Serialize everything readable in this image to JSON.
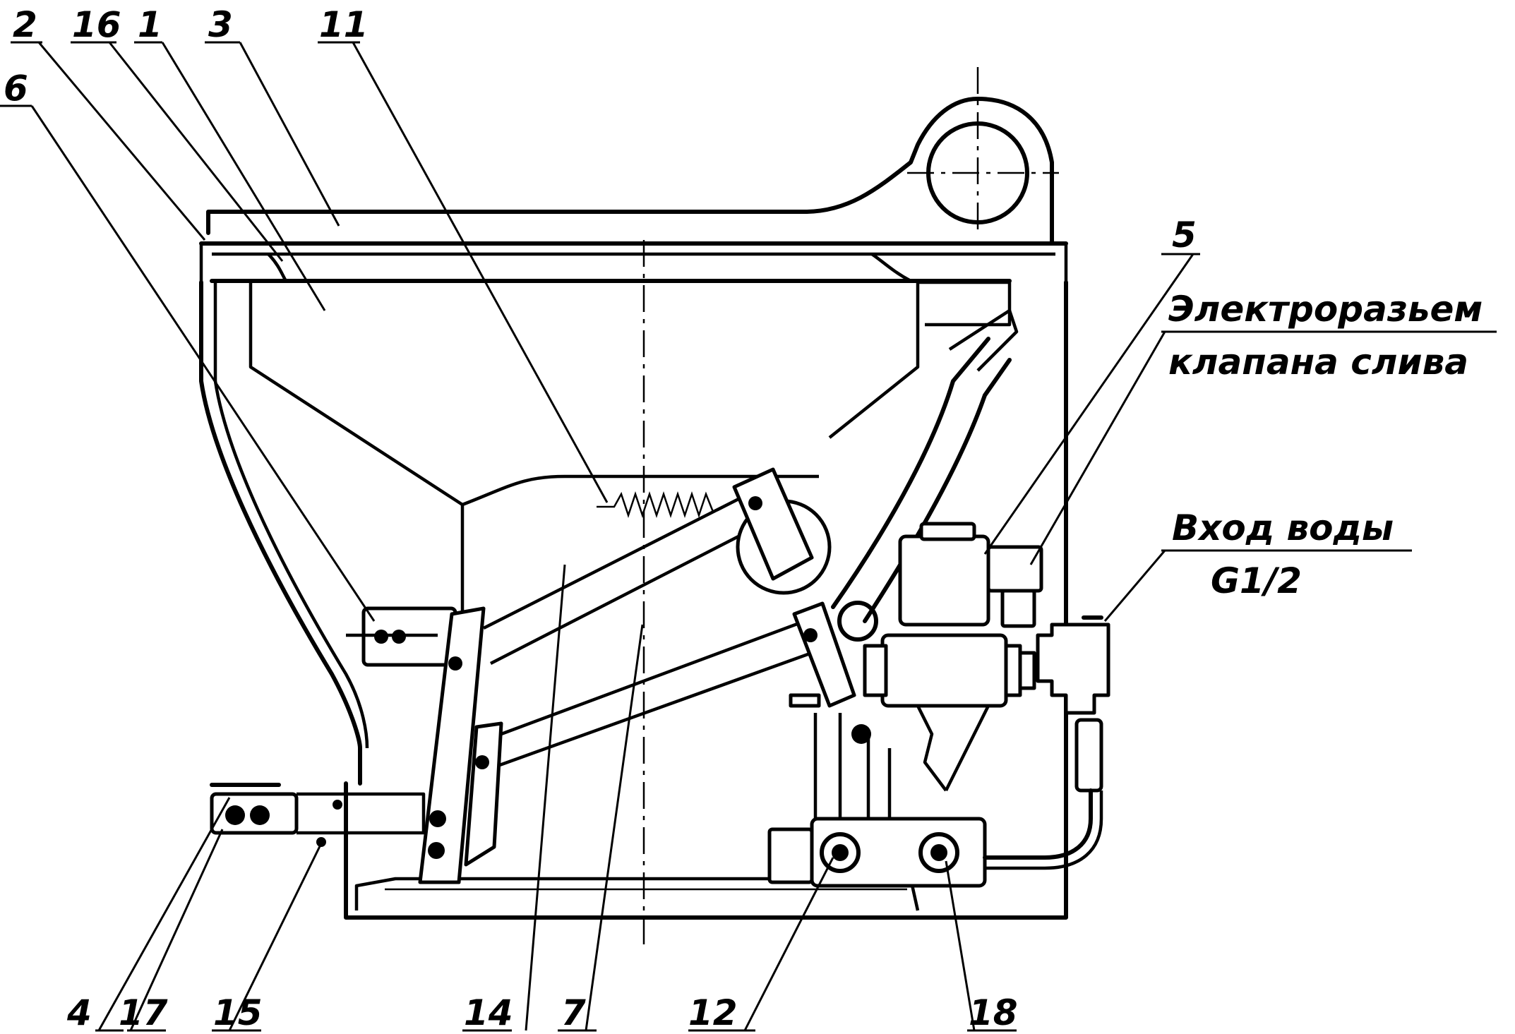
{
  "callouts": {
    "n2": "2",
    "n16": "16",
    "n1": "1",
    "n3": "3",
    "n11": "11",
    "n6": "6",
    "n5": "5",
    "n4": "4",
    "n17": "17",
    "n15": "15",
    "n14": "14",
    "n7": "7",
    "n12": "12",
    "n18": "18"
  },
  "labels": {
    "connector_line1": "Электроразьем",
    "connector_line2": "клапана слива",
    "water_line1": "Вход воды",
    "water_line2": "G1/2"
  }
}
